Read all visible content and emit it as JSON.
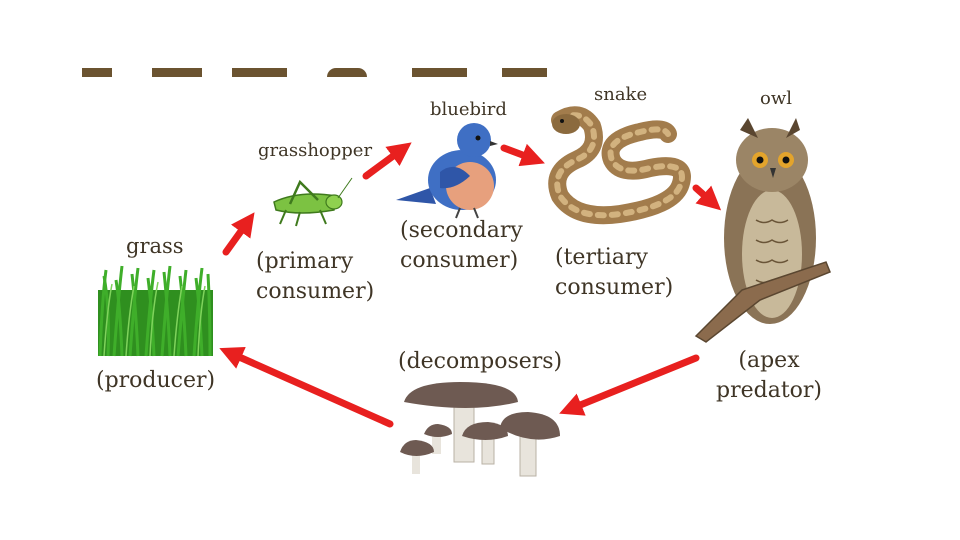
{
  "diagram": {
    "organisms": {
      "grass": {
        "name": "grass",
        "role_line1": "(producer)",
        "role_line2": ""
      },
      "grasshopper": {
        "name": "grasshopper",
        "role_line1": "(primary",
        "role_line2": "consumer)"
      },
      "bluebird": {
        "name": "bluebird",
        "role_line1": "(secondary",
        "role_line2": "consumer)"
      },
      "snake": {
        "name": "snake",
        "role_line1": "(tertiary",
        "role_line2": "consumer)"
      },
      "owl": {
        "name": "owl",
        "role_line1": "(apex",
        "role_line2": "predator)"
      },
      "mushrooms": {
        "name": "",
        "role_line1": "(decomposers)",
        "role_line2": ""
      }
    },
    "colors": {
      "arrow": "#e8201f",
      "text": "#3f3526",
      "grass": "#3fae2a",
      "grasshopper": "#7cc242",
      "bluebird_back": "#3f6fc4",
      "bluebird_breast": "#e7a07d",
      "snake": "#a27c4c",
      "owl": "#8a7356",
      "mushroom_cap": "#6e5a52",
      "mushroom_stem": "#e8e4dc"
    }
  }
}
